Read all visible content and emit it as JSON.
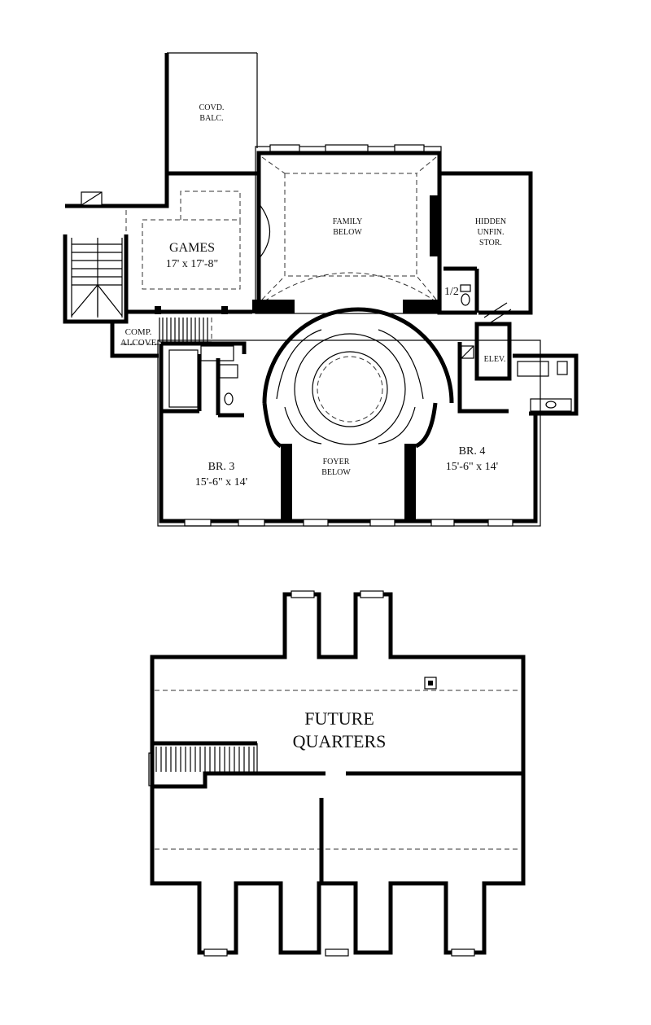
{
  "upper_floor": {
    "rooms": {
      "covd_balc": [
        "COVD.",
        "BALC."
      ],
      "family": [
        "FAMILY",
        "BELOW"
      ],
      "hidden_stor": [
        "HIDDEN",
        "UNFIN.",
        "STOR."
      ],
      "games_name": "GAMES",
      "games_size": "17' x 17'-8\"",
      "half_bath": "1/2",
      "comp_alcove": [
        "COMP.",
        "ALCOVE"
      ],
      "elev": "ELEV.",
      "br3_name": "BR. 3",
      "br3_size": "15'-6\" x 14'",
      "foyer": [
        "FOYER",
        "BELOW"
      ],
      "br4_name": "BR. 4",
      "br4_size": "15'-6\" x 14'"
    }
  },
  "lower_floor": {
    "rooms": {
      "future_quarters": [
        "FUTURE",
        "QUARTERS"
      ]
    }
  }
}
